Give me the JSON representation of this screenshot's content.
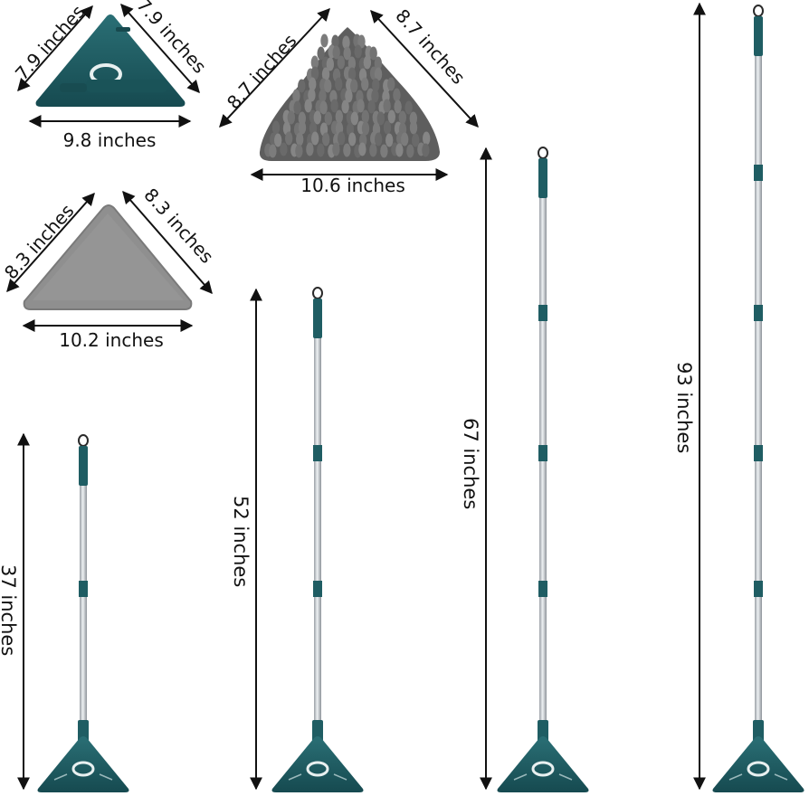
{
  "labels": {
    "head_left_side": "7.9 inches",
    "head_right_side": "7.9 inches",
    "head_base": "9.8 inches",
    "chenille_left_side": "8.7 inches",
    "chenille_right_side": "8.7 inches",
    "chenille_base": "10.6 inches",
    "flat_left_side": "8.3 inches",
    "flat_right_side": "8.3 inches",
    "flat_base": "10.2 inches",
    "mop_1_height": "37 inches",
    "mop_2_height": "52 inches",
    "mop_3_height": "67 inches",
    "mop_4_height": "93 inches"
  },
  "colors": {
    "teal": "#1f5d63",
    "teal_dark": "#16474c",
    "pole": "#c9ced3",
    "chenille": "#6b6b6b",
    "flat_pad": "#8f8f8f",
    "arrow": "#111111"
  }
}
